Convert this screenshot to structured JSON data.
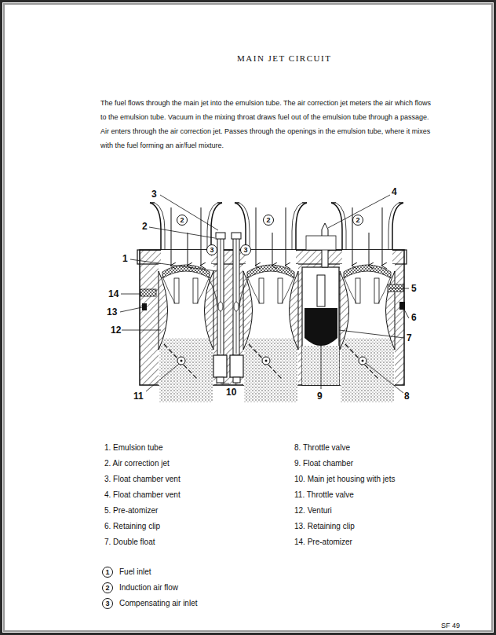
{
  "diagram": {
    "title": "MAIN JET CIRCUIT",
    "nodes": [
      {
        "text": [
          "2"
        ]
      },
      {
        "text": [
          "2"
        ]
      },
      {
        "text": [
          "2"
        ]
      },
      {
        "text": [
          "3"
        ]
      },
      {
        "text": [
          "3"
        ]
      },
      {
        "text": [
          "1"
        ]
      },
      {
        "text": [
          "2"
        ]
      },
      {
        "text": [
          "3"
        ]
      }
    ],
    "labels": [
      "The fuel flows through the main jet into the emulsion tube. The air correction jet meters the air which flows to the emulsion tube. Vacuum in the mixing throat draws fuel out of the emulsion tube through a passage. Air enters through the air correction jet. Passes through the openings in the emulsion tube, where it mixes with the fuel forming an air/fuel mixture.",
      "3",
      "4",
      "2",
      "1",
      "14",
      "13",
      "12",
      "11",
      "10",
      "9",
      "8",
      "7",
      "6",
      "5",
      "1. Emulsion tube",
      "2. Air correction jet",
      "3. Float chamber vent",
      "4. Float chamber vent",
      "5. Pre-atomizer",
      "6. Retaining clip",
      "7. Double float",
      "8. Throttle valve",
      "9. Float chamber",
      "10. Main jet housing with jets",
      "11. Throttle valve",
      "12. Venturi",
      "13. Retaining clip",
      "14. Pre-atomizer",
      "Fuel inlet",
      "Induction air flow",
      "Compensating air inlet",
      "SF 49"
    ]
  }
}
